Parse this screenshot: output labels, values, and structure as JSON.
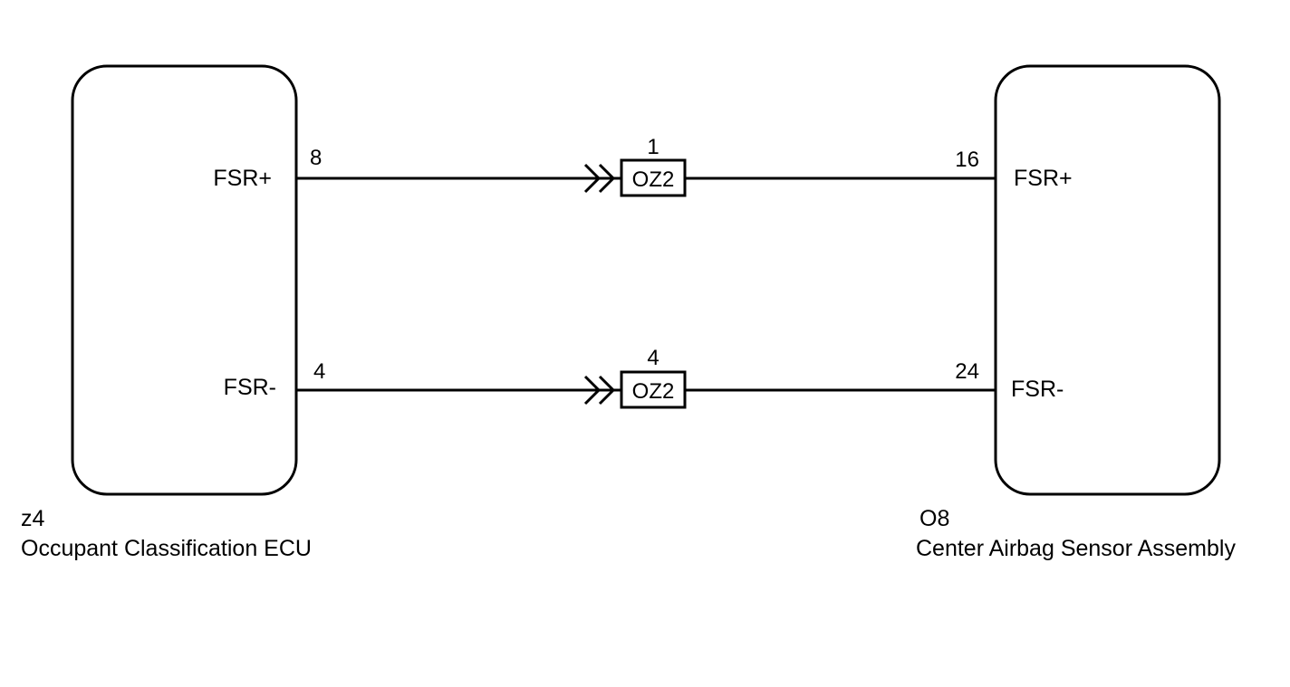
{
  "left_component": {
    "code": "z4",
    "name": "Occupant Classification ECU",
    "signals": [
      {
        "label": "FSR+",
        "pin": "8"
      },
      {
        "label": "FSR-",
        "pin": "4"
      }
    ]
  },
  "right_component": {
    "code": "O8",
    "name": "Center Airbag Sensor Assembly",
    "signals": [
      {
        "label": "FSR+",
        "pin": "16"
      },
      {
        "label": "FSR-",
        "pin": "24"
      }
    ]
  },
  "connectors": [
    {
      "label": "OZ2",
      "pin": "1"
    },
    {
      "label": "OZ2",
      "pin": "4"
    }
  ],
  "colors": {
    "stroke": "#000000",
    "background": "#ffffff"
  }
}
